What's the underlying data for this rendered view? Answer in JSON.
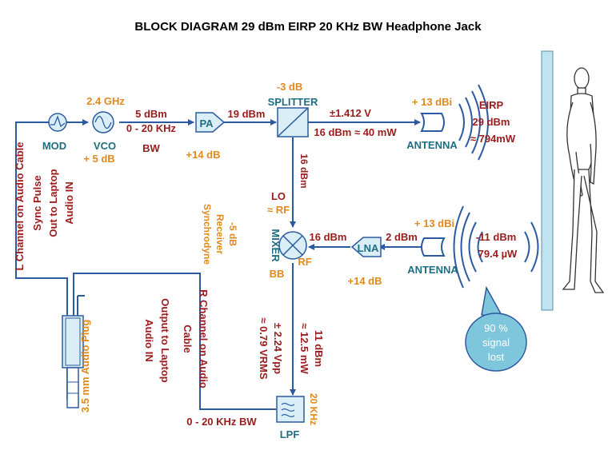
{
  "title": "BLOCK DIAGRAM 29 dBm EIRP 20 KHz BW Headphone Jack",
  "colors": {
    "dark_red": "#9b1c1c",
    "orange": "#e08a1e",
    "teal": "#1f6e80",
    "wire": "#2c5aa0",
    "block_fill": "#d9eef6",
    "wall": "#bfe3ef",
    "callout": "#7ec6dc"
  },
  "icons": {
    "mod": "sine-pulse-icon",
    "vco": "sine-wave-icon",
    "pa": "amplifier-triangle-icon",
    "splitter": "splitter-square-icon",
    "mixer": "mixer-x-circle-icon",
    "lna": "amplifier-triangle-icon",
    "lpf": "low-pass-filter-icon",
    "antenna": "antenna-dish-icon",
    "person": "human-figure-icon",
    "plug": "audio-plug-icon"
  },
  "blocks": {
    "mod": "MOD",
    "vco": "VCO",
    "pa": "PA",
    "splitter": "SPLITTER",
    "mixer": "MIXER",
    "lna": "LNA",
    "lpf": "LPF",
    "antenna_tx": "ANTENNA",
    "antenna_rx": "ANTENNA"
  },
  "labels": {
    "vco_freq": "2.4 GHz",
    "vco_gain": "+ 5 dB",
    "vco_out_power": "5 dBm",
    "vco_out_bw_1": "0 - 20 KHz",
    "vco_out_bw_2": "BW",
    "pa_gain": "+14 dB",
    "pa_out": "19 dBm",
    "splitter_loss": "-3 dB",
    "splitter_voltage": "±1.412 V",
    "splitter_out": "16 dBm ≈ 40 mW",
    "tx_gain": "+ 13 dBi",
    "eirp_1": "EIRP",
    "eirp_2": "29 dBm",
    "eirp_3": "≈ 794mW",
    "lo_power": "16 dBm",
    "lo": "LO",
    "rf_approx": "≈ RF",
    "mixer_in": "16 dBm",
    "lna_in": "2 dBm",
    "rx_gain": "+ 13 dBi",
    "rx_power_1": "-11 dBm",
    "rx_power_2": "79.4 µW",
    "lna_gain": "+14 dB",
    "mixer_rf": "RF",
    "mixer_bb": "BB",
    "receiver_1": "Synchrodyne",
    "receiver_2": "Receiver",
    "receiver_3": "-5 dB",
    "bb_power_1": "11 dBm",
    "bb_power_2": "≈ 12.5 mW",
    "bb_volt_1": "± 2.24 Vpp",
    "bb_volt_2": "≈ 0.79 VRMS",
    "lpf_bw": "20 KHz",
    "lpf_out_bw": "0 - 20 KHz BW",
    "left_channel": "L Channel on Audio Cable",
    "sync_1": "Sync Pulse",
    "sync_2": "Out to Laptop",
    "sync_3": "Audio IN",
    "plug": "3.5 mm Audio Plug",
    "r_out_1": "Output to Laptop",
    "r_out_2": "Audio IN",
    "r_chan_1": "R Channel on Audio",
    "r_chan_2": "Cable",
    "callout_1": "90 %",
    "callout_2": "signal",
    "callout_3": "lost"
  }
}
